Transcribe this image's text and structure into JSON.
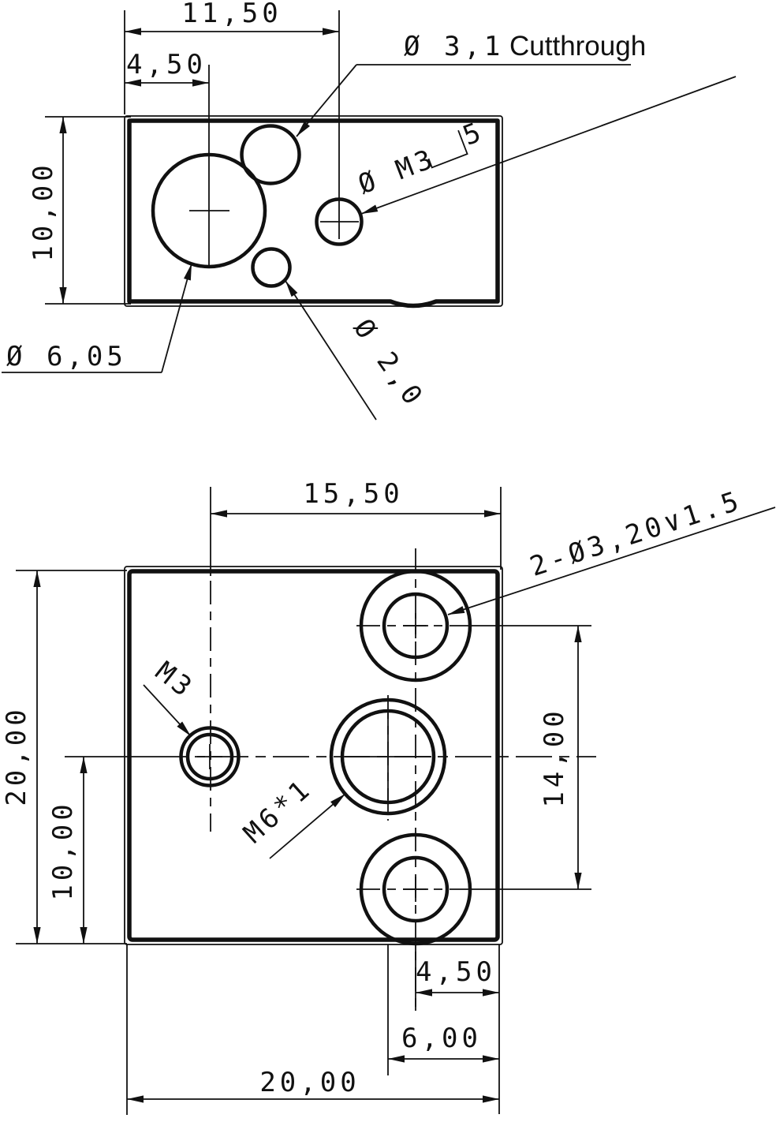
{
  "drawing": {
    "type": "engineering-drawing",
    "part": "heater-block two views",
    "colors": {
      "line": "#111111",
      "background": "#ffffff"
    },
    "top_view": {
      "dims": {
        "width_to_m3": "11,50",
        "offset_to_bore": "4,50",
        "height": "10,00"
      },
      "labels": {
        "cutthrough_dia": "Ø 3,1",
        "cutthrough_word": "Cutthrough",
        "tap_callout": "Ø M3",
        "tap_depth": "5",
        "bore_dia": "Ø 6,05",
        "small_hole_dia": "Ø 2,0"
      }
    },
    "bottom_view": {
      "dims": {
        "top_width": "15,50",
        "height": "20,00",
        "half_height": "10,00",
        "hole_spacing": "14,00",
        "cb_offset": "4,50",
        "m6_offset": "6,00",
        "width": "20,00"
      },
      "labels": {
        "m3_tap": "M3",
        "m6_thread": "M6*1",
        "counterbore": "2-Ø3,20∨1.5"
      }
    }
  }
}
